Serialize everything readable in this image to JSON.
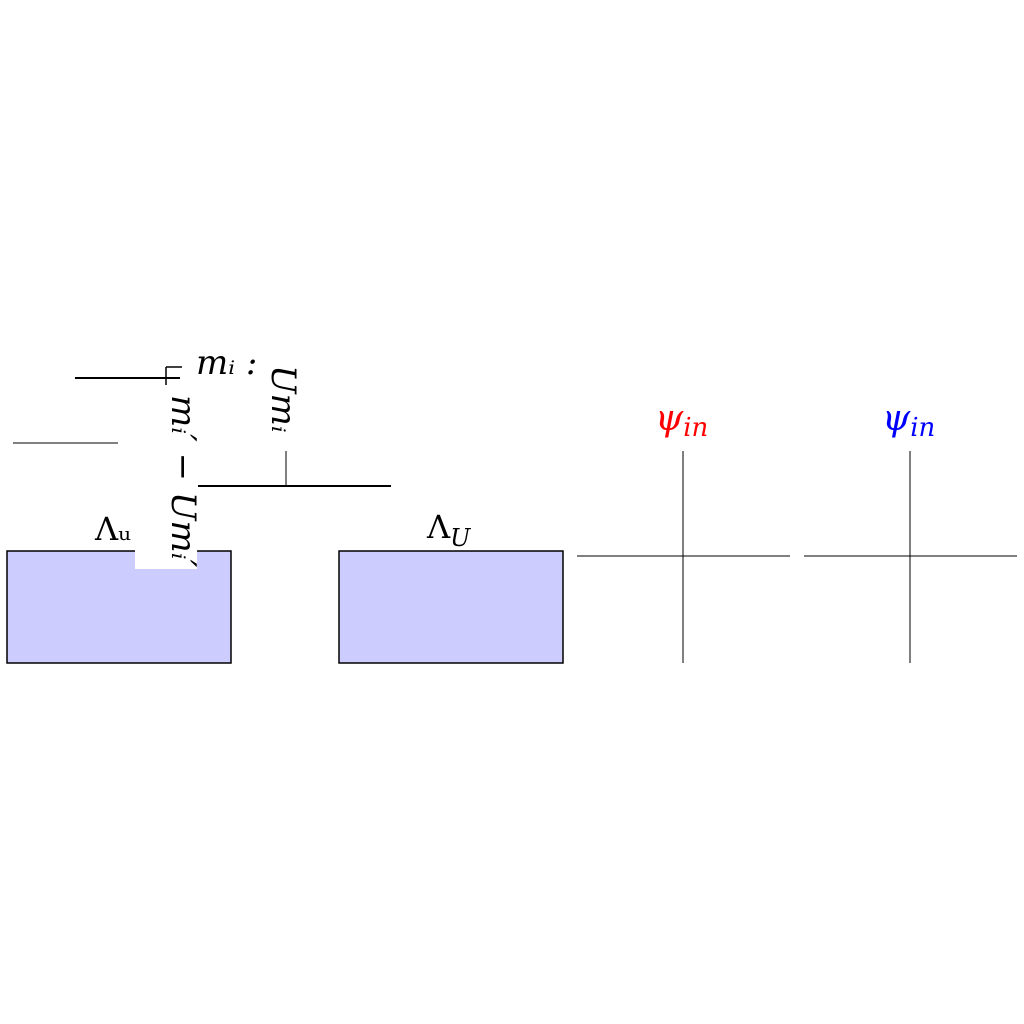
{
  "labels": {
    "m_i_colon": "mᵢ :",
    "U_m_i": "Umᵢ",
    "m_prime_minus_U_m_prime": "mᵢ′ − Umᵢ′",
    "lambda_left": "Λᵤ",
    "lambda_right": "Λ",
    "lambda_right_sub": "U",
    "psi_red": "ψ",
    "psi_red_sub": "in",
    "psi_blue": "ψ",
    "psi_blue_sub": "in"
  },
  "colors": {
    "box_fill": "#ccccff",
    "psi_left": "#ff0000",
    "psi_right": "#0000ff",
    "stroke": "#000000"
  }
}
